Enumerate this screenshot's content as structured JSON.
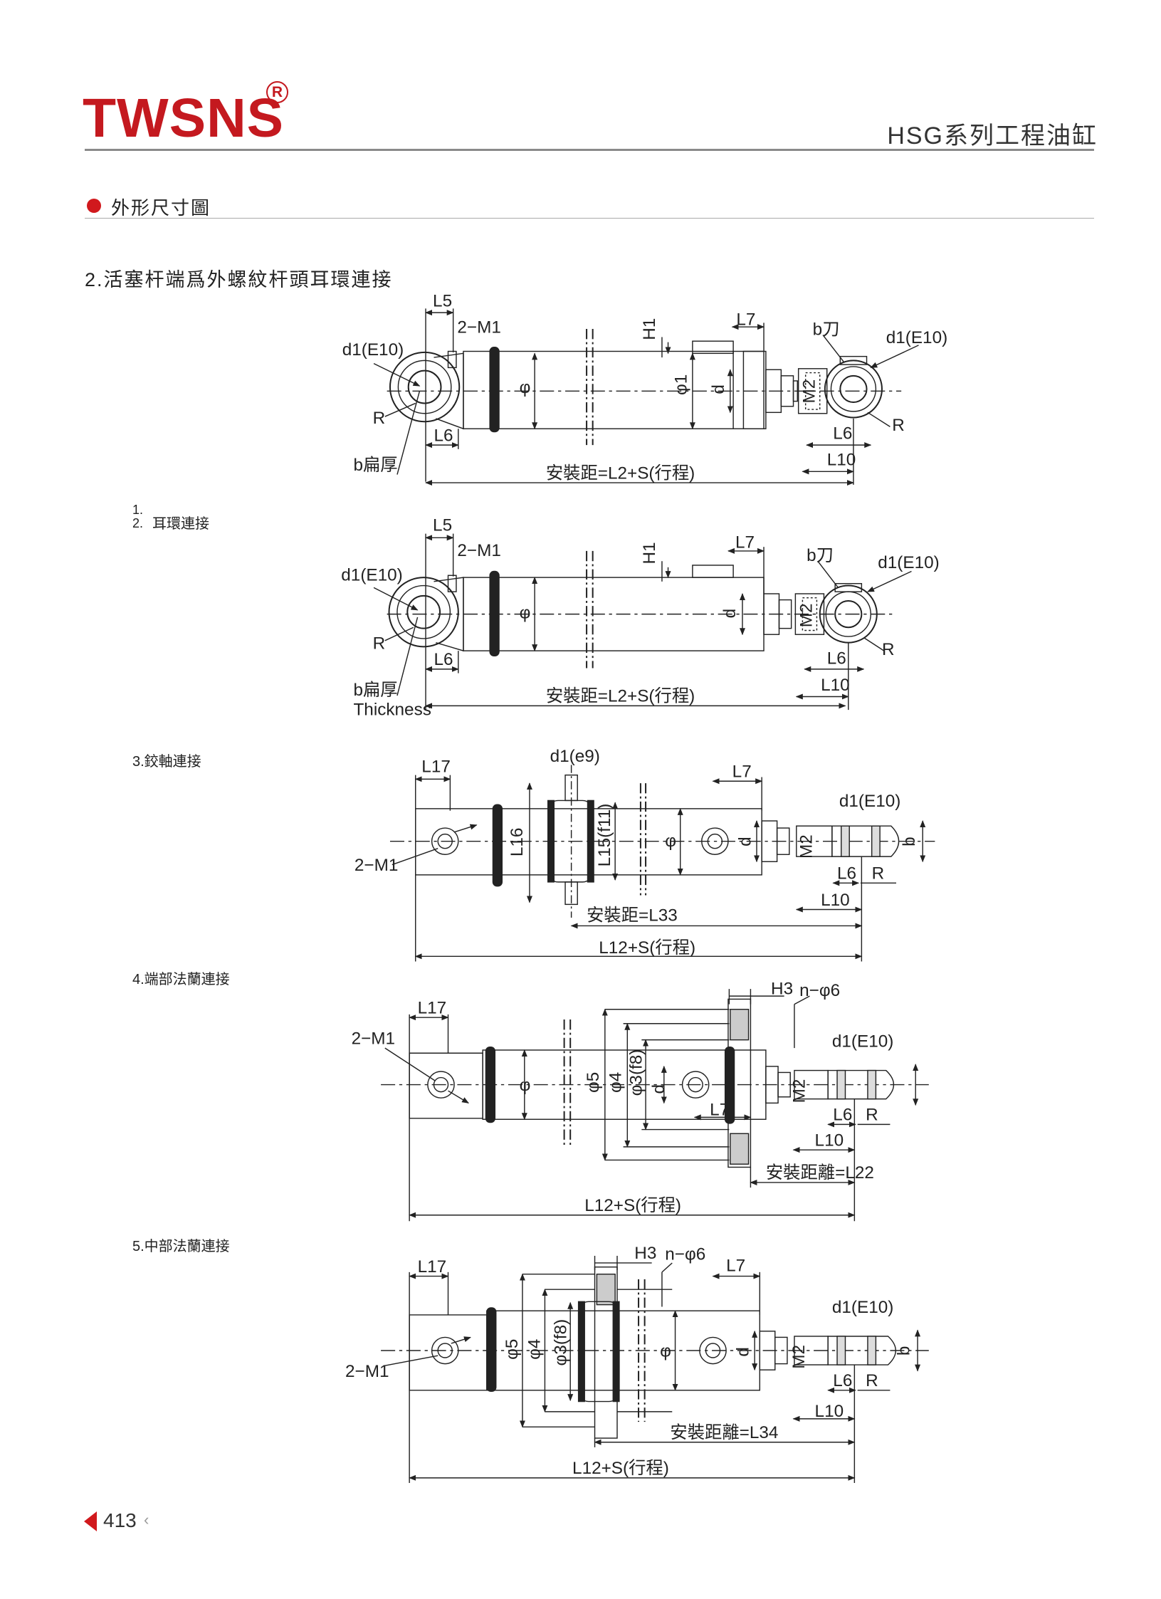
{
  "header": {
    "brand": "TWSNS",
    "registered": "R",
    "series": "HSG系列工程油缸"
  },
  "section": {
    "title": "外形尺寸圖"
  },
  "main_title": "2.活塞杆端爲外螺紋杆頭耳環連接",
  "variants": {
    "v12": {
      "num1": "1.",
      "num2": "2.",
      "title": "耳環連接"
    },
    "v3": {
      "title": "3.鉸軸連接"
    },
    "v4": {
      "title": "4.端部法蘭連接"
    },
    "v5": {
      "title": "5.中部法蘭連接"
    }
  },
  "diagram1": {
    "L5": "L5",
    "M1": "2−M1",
    "H1": "H1",
    "L7": "L7",
    "b_tool": "b刀",
    "d1_left": "d1(E10)",
    "d1_right": "d1(E10)",
    "R_left": "R",
    "R_right": "R",
    "phi": "φ",
    "phi1": "φ1",
    "d": "d",
    "M2": "M2",
    "L6_left": "L6",
    "L6_right": "L6",
    "L10": "L10",
    "b_flat": "b扁厚",
    "install": "安裝距=L2+S(行程)"
  },
  "diagram2": {
    "L5": "L5",
    "M1": "2−M1",
    "H1": "H1",
    "L7": "L7",
    "b_tool": "b刀",
    "d1_left": "d1(E10)",
    "d1_right": "d1(E10)",
    "R_left": "R",
    "R_right": "R",
    "phi": "φ",
    "d": "d",
    "M2": "M2",
    "L6_left": "L6",
    "L6_right": "L6",
    "L10": "L10",
    "b_flat": "b扁厚",
    "thickness": "Thickness",
    "install": "安裝距=L2+S(行程)"
  },
  "diagram3": {
    "L17": "L17",
    "d1e9": "d1(e9)",
    "L7": "L7",
    "d1": "d1(E10)",
    "M1": "2−M1",
    "L16": "L16",
    "L15": "L15(f11)",
    "phi": "φ",
    "d": "d",
    "M2": "M2",
    "b": "b",
    "L6": "L6",
    "R": "R",
    "L10": "L10",
    "install": "安裝距=L33",
    "total": "L12+S(行程)"
  },
  "diagram4": {
    "L17": "L17",
    "H3": "H3",
    "n_phi6": "n−φ6",
    "M1": "2−M1",
    "d1": "d1(E10)",
    "phi": "φ",
    "phi5": "φ5",
    "phi4": "φ4",
    "phi3": "φ3(f8)",
    "d": "d",
    "L7": "L7",
    "M2": "M2",
    "L6": "L6",
    "R": "R",
    "L10": "L10",
    "install": "安裝距離=L22",
    "total": "L12+S(行程)"
  },
  "diagram5": {
    "L17": "L17",
    "H3": "H3",
    "n_phi6": "n−φ6",
    "L7": "L7",
    "d1": "d1(E10)",
    "M1": "2−M1",
    "phi5": "φ5",
    "phi4": "φ4",
    "phi3": "φ3(f8)",
    "phi": "φ",
    "d": "d",
    "M2": "M2",
    "b": "b",
    "L6": "L6",
    "R": "R",
    "L10": "L10",
    "install": "安裝距離=L34",
    "total": "L12+S(行程)"
  },
  "footer": {
    "page": "413"
  },
  "colors": {
    "brand_red": "#c4191f"
  }
}
